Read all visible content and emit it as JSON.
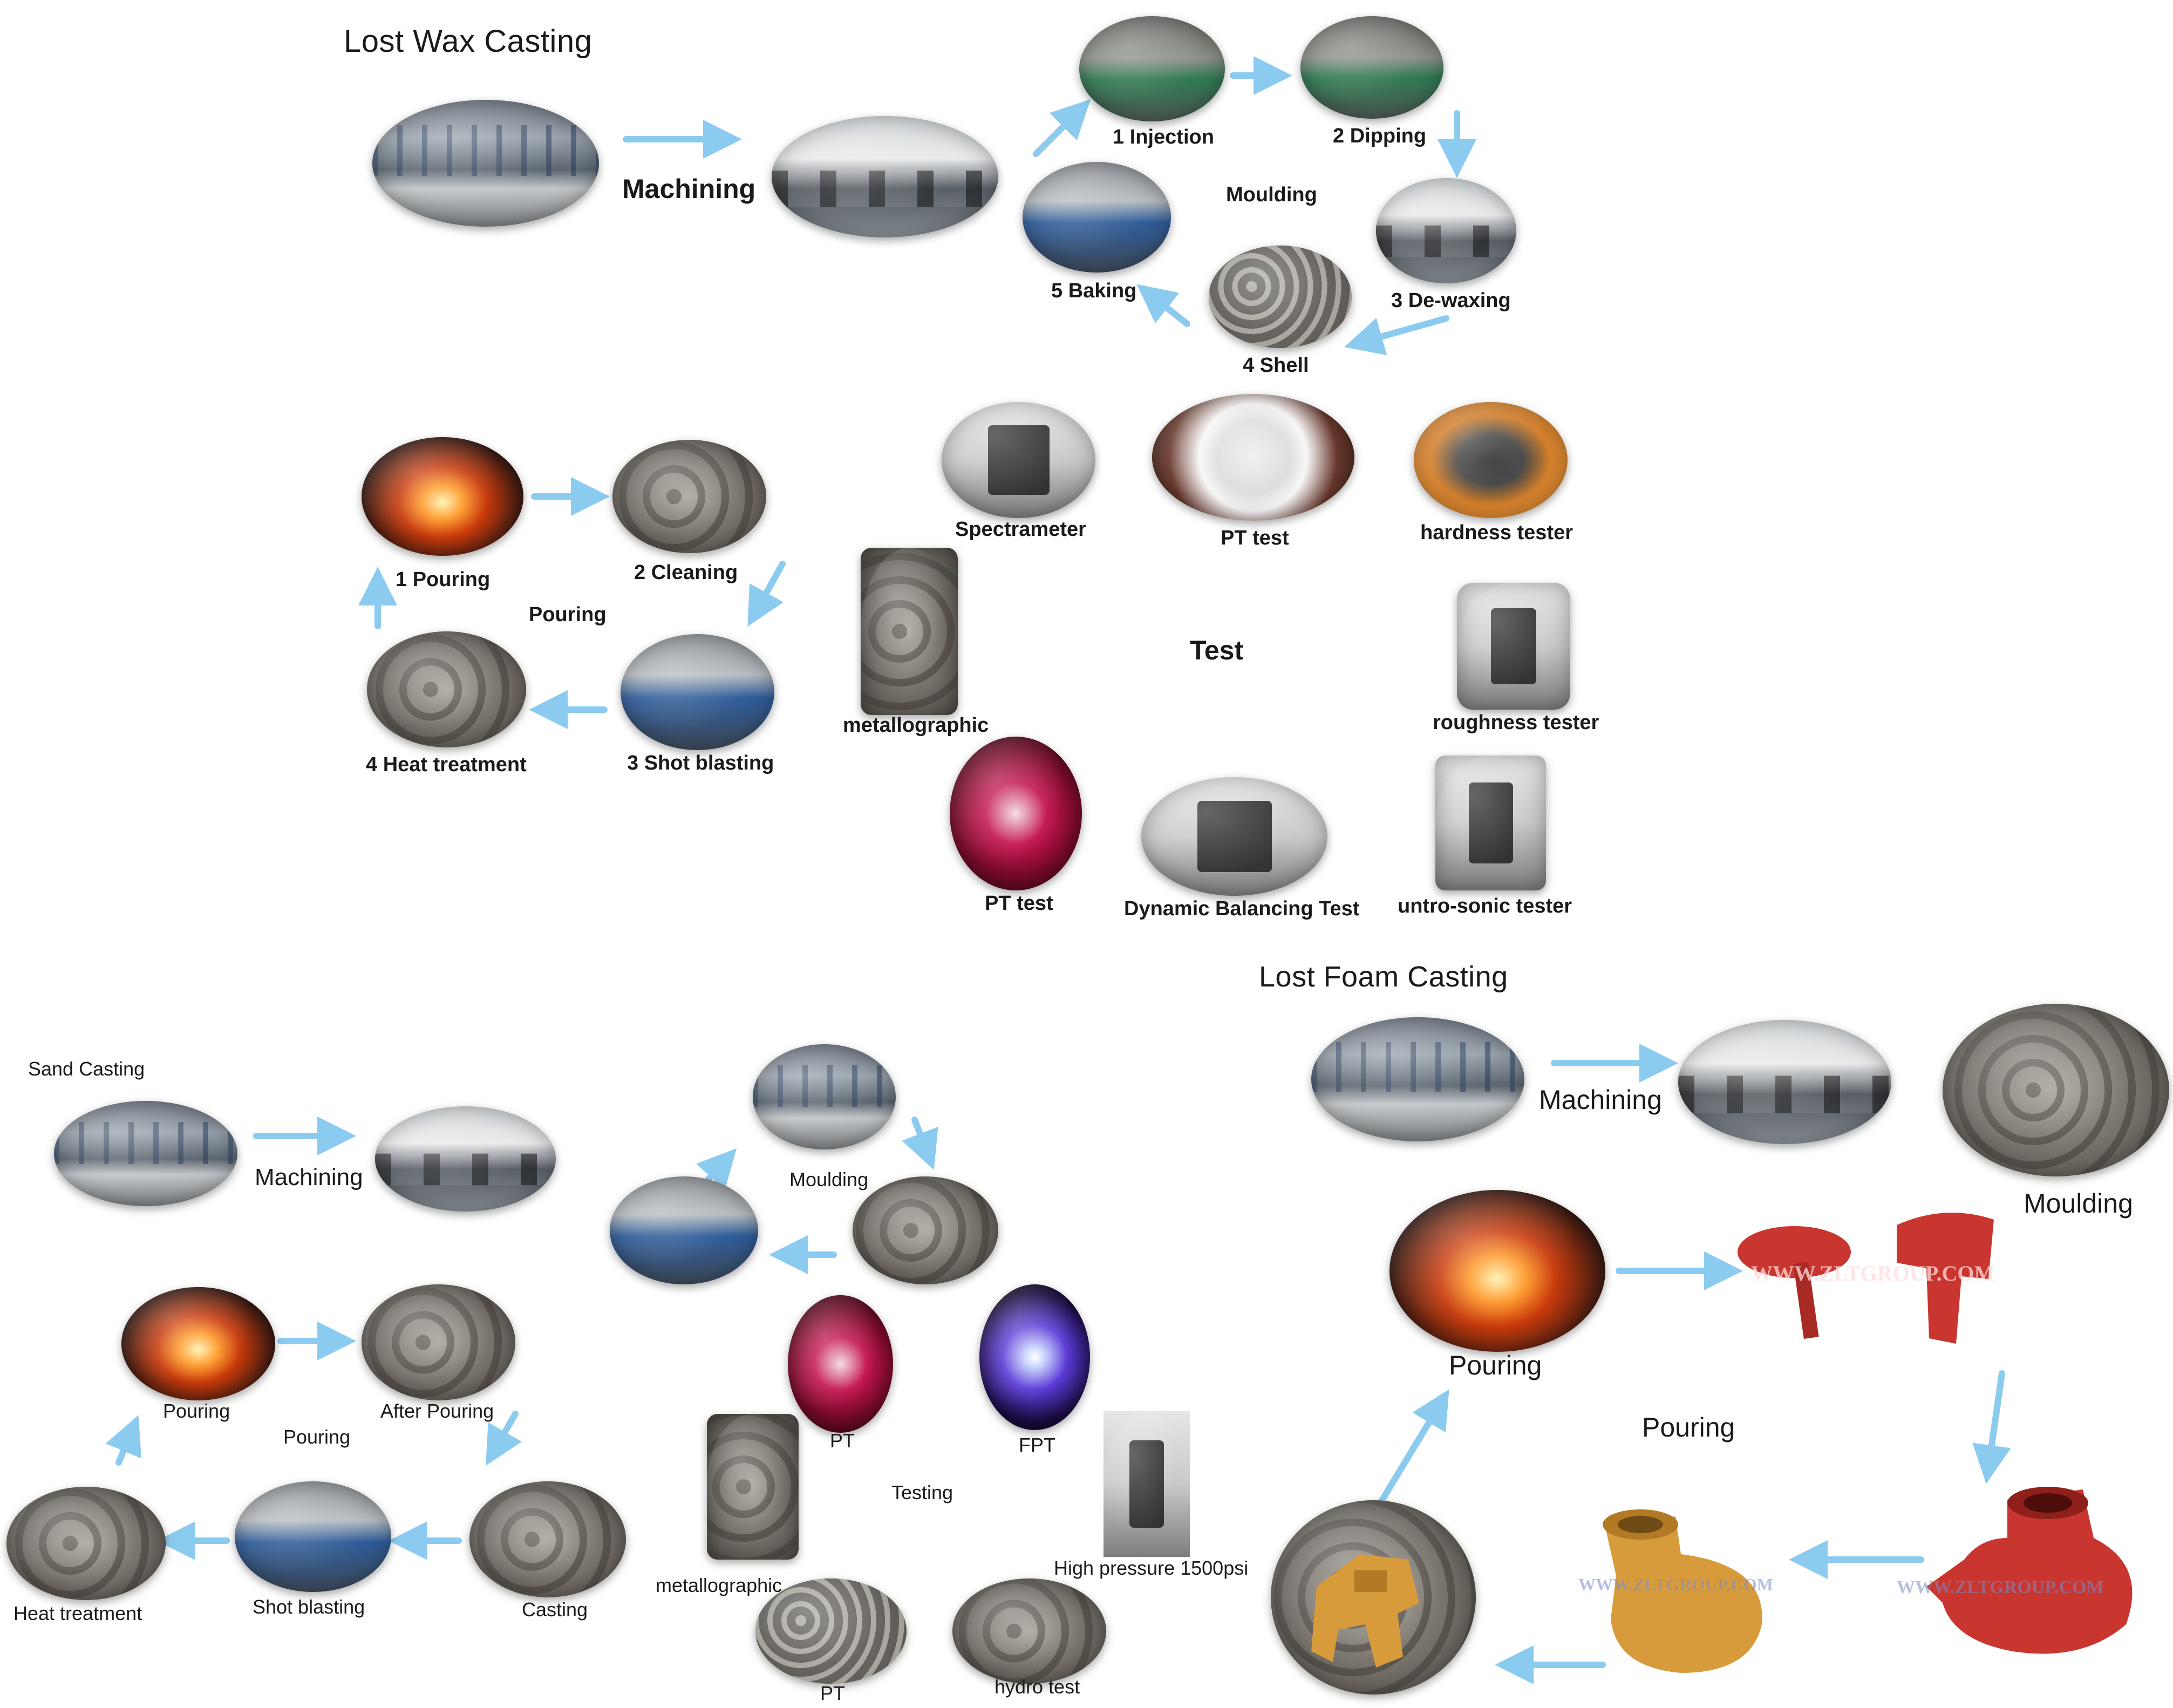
{
  "colors": {
    "arrow": "#8ccbf0",
    "label": "#1a1a1a",
    "part_red": "#c8362f",
    "part_yellow": "#d89b3b"
  },
  "watermark": "WWW.ZLTGROUP.COM",
  "lost_wax": {
    "title": "Lost Wax Casting",
    "machining": "Machining",
    "moulding": {
      "title": "Moulding",
      "steps": [
        "1 Injection",
        "2 Dipping",
        "3 De-waxing",
        "4 Shell",
        "5 Baking"
      ]
    },
    "pouring": {
      "title": "Pouring",
      "steps": [
        "1 Pouring",
        "2 Cleaning",
        "3 Shot blasting",
        "4 Heat treatment"
      ]
    },
    "test": {
      "title": "Test",
      "items": [
        "Spectrameter",
        "PT test",
        "hardness tester",
        "metallographic",
        "roughness tester",
        "PT test",
        "Dynamic Balancing Test",
        "untro-sonic  tester"
      ]
    }
  },
  "sand": {
    "title": "Sand Casting",
    "machining": "Machining",
    "moulding": "Moulding",
    "pouring": {
      "title": "Pouring",
      "steps": [
        "Pouring",
        "After Pouring",
        "Casting",
        "Shot blasting",
        "Heat treatment"
      ]
    },
    "testing": {
      "title": "Testing",
      "items": [
        "PT",
        "FPT",
        "metallographic",
        "High pressure 1500psi",
        "PT",
        "hydro test"
      ]
    }
  },
  "lost_foam": {
    "title": "Lost Foam Casting",
    "machining": "Machining",
    "moulding": "Moulding",
    "pouring_step": "Pouring",
    "pouring_title": "Pouring"
  }
}
